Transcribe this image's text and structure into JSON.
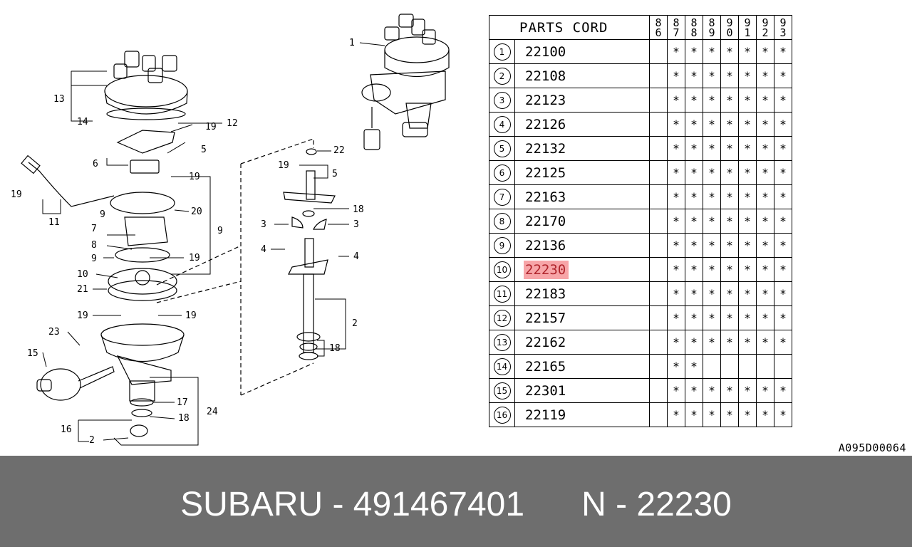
{
  "table": {
    "title": "PARTS CORD",
    "years": [
      [
        "8",
        "6"
      ],
      [
        "8",
        "7"
      ],
      [
        "8",
        "8"
      ],
      [
        "8",
        "9"
      ],
      [
        "9",
        "0"
      ],
      [
        "9",
        "1"
      ],
      [
        "9",
        "2"
      ],
      [
        "9",
        "3"
      ]
    ],
    "rows": [
      {
        "num": "1",
        "code": "22100",
        "marks": [
          "",
          "*",
          "*",
          "*",
          "*",
          "*",
          "*",
          "*"
        ]
      },
      {
        "num": "2",
        "code": "22108",
        "marks": [
          "",
          "*",
          "*",
          "*",
          "*",
          "*",
          "*",
          "*"
        ]
      },
      {
        "num": "3",
        "code": "22123",
        "marks": [
          "",
          "*",
          "*",
          "*",
          "*",
          "*",
          "*",
          "*"
        ]
      },
      {
        "num": "4",
        "code": "22126",
        "marks": [
          "",
          "*",
          "*",
          "*",
          "*",
          "*",
          "*",
          "*"
        ]
      },
      {
        "num": "5",
        "code": "22132",
        "marks": [
          "",
          "*",
          "*",
          "*",
          "*",
          "*",
          "*",
          "*"
        ]
      },
      {
        "num": "6",
        "code": "22125",
        "marks": [
          "",
          "*",
          "*",
          "*",
          "*",
          "*",
          "*",
          "*"
        ]
      },
      {
        "num": "7",
        "code": "22163",
        "marks": [
          "",
          "*",
          "*",
          "*",
          "*",
          "*",
          "*",
          "*"
        ]
      },
      {
        "num": "8",
        "code": "22170",
        "marks": [
          "",
          "*",
          "*",
          "*",
          "*",
          "*",
          "*",
          "*"
        ]
      },
      {
        "num": "9",
        "code": "22136",
        "marks": [
          "",
          "*",
          "*",
          "*",
          "*",
          "*",
          "*",
          "*"
        ]
      },
      {
        "num": "10",
        "code": "22230",
        "marks": [
          "",
          "*",
          "*",
          "*",
          "*",
          "*",
          "*",
          "*"
        ],
        "highlight": true
      },
      {
        "num": "11",
        "code": "22183",
        "marks": [
          "",
          "*",
          "*",
          "*",
          "*",
          "*",
          "*",
          "*"
        ]
      },
      {
        "num": "12",
        "code": "22157",
        "marks": [
          "",
          "*",
          "*",
          "*",
          "*",
          "*",
          "*",
          "*"
        ]
      },
      {
        "num": "13",
        "code": "22162",
        "marks": [
          "",
          "*",
          "*",
          "*",
          "*",
          "*",
          "*",
          "*"
        ]
      },
      {
        "num": "14",
        "code": "22165",
        "marks": [
          "",
          "*",
          "*",
          "",
          "",
          "",
          "",
          ""
        ]
      },
      {
        "num": "15",
        "code": "22301",
        "marks": [
          "",
          "*",
          "*",
          "*",
          "*",
          "*",
          "*",
          "*"
        ]
      },
      {
        "num": "16",
        "code": "22119",
        "marks": [
          "",
          "*",
          "*",
          "*",
          "*",
          "*",
          "*",
          "*"
        ]
      }
    ]
  },
  "diagram_labels": {
    "l1": "1",
    "l13": "13",
    "l14": "14",
    "l12": "12",
    "l19a": "19",
    "l5a": "5",
    "l6": "6",
    "l19b": "19",
    "l19c": "19",
    "l11": "11",
    "l9a": "9",
    "l20": "20",
    "l9b": "9",
    "l7": "7",
    "l8": "8",
    "l9c": "9",
    "l19d": "19",
    "l10": "10",
    "l21": "21",
    "l19e": "19",
    "l19f": "19",
    "l23": "23",
    "l15": "15",
    "l17": "17",
    "l24": "24",
    "l18a": "18",
    "l16": "16",
    "l2a": "2",
    "l22": "22",
    "l19g": "19",
    "l5b": "5",
    "l18b": "18",
    "l3a": "3",
    "l3b": "3",
    "l4a": "4",
    "l4b": "4",
    "l2b": "2",
    "l18c": "18"
  },
  "reference_id": "A095D00064",
  "footer": {
    "text": "SUBARU - 491467401      N - 22230"
  },
  "colors": {
    "highlight": "#f7a5a8",
    "footer_bg": "#6e6e6e",
    "footer_text": "#ffffff"
  }
}
